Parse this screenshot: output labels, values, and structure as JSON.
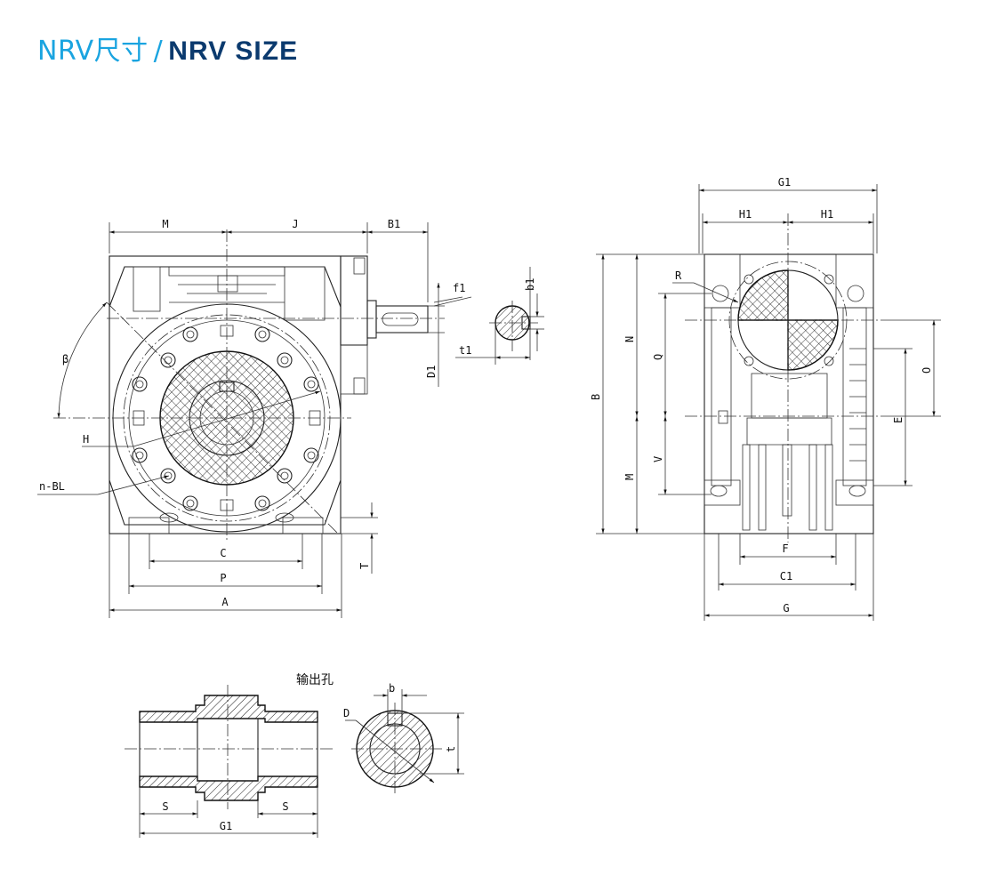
{
  "header": {
    "title_cn": "NRV尺寸",
    "separator": "/",
    "title_en": "NRV SIZE"
  },
  "colors": {
    "title_cn": "#1aa4e0",
    "title_en": "#0b3a6e",
    "line": "#222222"
  },
  "front_view": {
    "labels": {
      "M": "M",
      "J": "J",
      "B1": "B1",
      "f1": "f1",
      "b1": "b1",
      "t1": "t1",
      "D1": "D1",
      "beta": "β",
      "H": "H",
      "nBL": "n-BL",
      "C": "C",
      "P": "P",
      "A": "A",
      "T": "T"
    }
  },
  "side_view": {
    "labels": {
      "G1": "G1",
      "H1_left": "H1",
      "H1_right": "H1",
      "R": "R",
      "N": "N",
      "Q": "Q",
      "B": "B",
      "O": "O",
      "E": "E",
      "V": "V",
      "M": "M",
      "F": "F",
      "C1": "C1",
      "G": "G"
    }
  },
  "output_hole": {
    "caption": "输出孔",
    "labels": {
      "b": "b",
      "D": "D",
      "t": "t",
      "S_left": "S",
      "S_right": "S",
      "G1": "G1"
    }
  }
}
